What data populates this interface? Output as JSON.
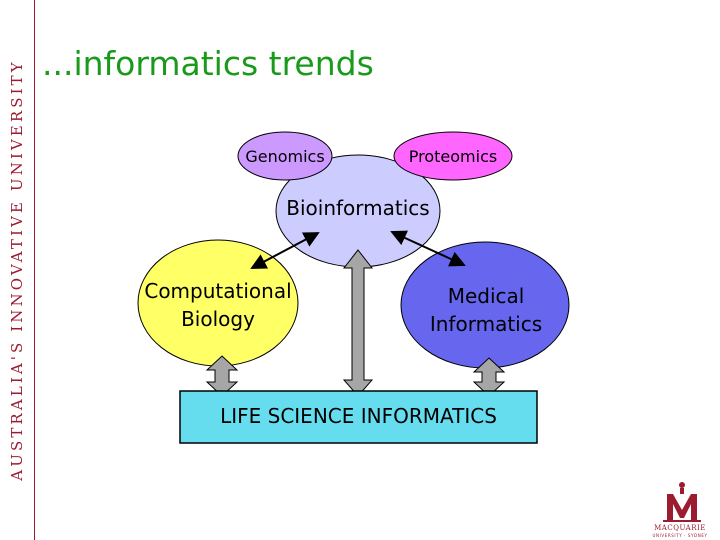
{
  "sidebar": {
    "text": "AUSTRALIA'S INNOVATIVE UNIVERSITY"
  },
  "title": "...informatics trends",
  "nodes": {
    "genomics": "Genomics",
    "proteomics": "Proteomics",
    "bioinformatics": "Bioinformatics",
    "computational_biology": [
      "Computational",
      "Biology"
    ],
    "medical_informatics": [
      "Medical",
      "Informatics"
    ],
    "life_science": "LIFE SCIENCE INFORMATICS"
  },
  "logo": {
    "name": "MACQUARIE",
    "sub": "UNIVERSITY · SYDNEY"
  },
  "colors": {
    "genomics": "#cc99ff",
    "proteomics": "#ff66ff",
    "bioinformatics": "#ccccff",
    "computational_biology": "#ffff66",
    "medical_informatics": "#6666ee",
    "life_science": "#66ddee",
    "arrow_fill": "#a6a6a6",
    "title": "#1a9a1a",
    "brand": "#9b1b30"
  }
}
